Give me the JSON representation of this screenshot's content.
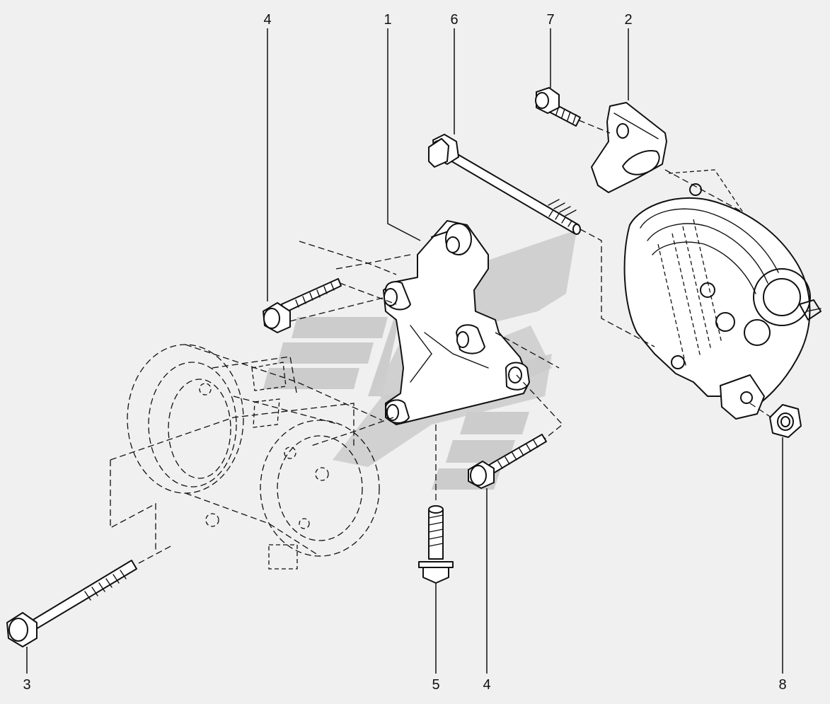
{
  "diagram": {
    "callouts": [
      {
        "id": "callout-1",
        "label": "1"
      },
      {
        "id": "callout-2",
        "label": "2"
      },
      {
        "id": "callout-3",
        "label": "3"
      },
      {
        "id": "callout-4-top",
        "label": "4"
      },
      {
        "id": "callout-4-bottom",
        "label": "4"
      },
      {
        "id": "callout-5",
        "label": "5"
      },
      {
        "id": "callout-6",
        "label": "6"
      },
      {
        "id": "callout-7",
        "label": "7"
      },
      {
        "id": "callout-8",
        "label": "8"
      }
    ],
    "parts": [
      {
        "name": "mounting-bracket",
        "callout": "1"
      },
      {
        "name": "adjusting-strap-bracket",
        "callout": "2"
      },
      {
        "name": "long-bolt",
        "callout": "3"
      },
      {
        "name": "flange-bolt",
        "callout": "4"
      },
      {
        "name": "vertical-bolt",
        "callout": "5"
      },
      {
        "name": "through-bolt",
        "callout": "6"
      },
      {
        "name": "short-bolt",
        "callout": "7"
      },
      {
        "name": "hex-nut",
        "callout": "8"
      },
      {
        "name": "compressor-phantom",
        "callout": ""
      },
      {
        "name": "alternator",
        "callout": ""
      }
    ],
    "colors": {
      "background": "#f0f0f0",
      "line": "#111111",
      "watermark": "#c6c6c6"
    },
    "watermark": "stylized-logo"
  }
}
